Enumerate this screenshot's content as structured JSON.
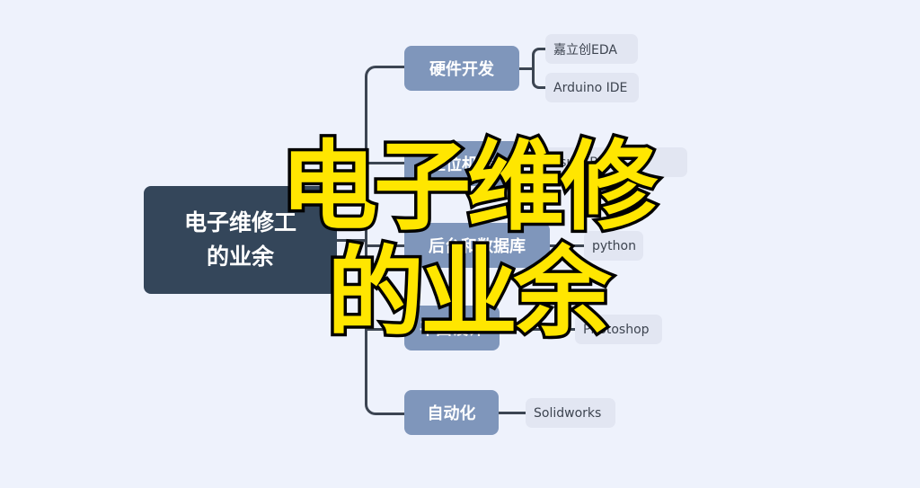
{
  "root": {
    "line1": "电子维修工",
    "line2": "的业余"
  },
  "branches": [
    {
      "label": "硬件开发",
      "leaves": [
        "嘉立创EDA",
        "Arduino IDE"
      ]
    },
    {
      "label": "上位机端",
      "leaves": [
        "Visual Basic"
      ]
    },
    {
      "label": "后台和数据库",
      "leaves": [
        "python"
      ]
    },
    {
      "label": "平面设计",
      "leaves": [
        "Photoshop"
      ]
    },
    {
      "label": "自动化",
      "leaves": [
        "Solidworks"
      ]
    }
  ],
  "overlay": {
    "line1": "电子维修",
    "line2": "的业余"
  },
  "colors": {
    "background": "#eef2fc",
    "root": "#34465a",
    "branch": "#7f96bb",
    "leaf": "#e2e6f2",
    "overlay_text": "#ffe600",
    "connector": "#3c4552"
  }
}
